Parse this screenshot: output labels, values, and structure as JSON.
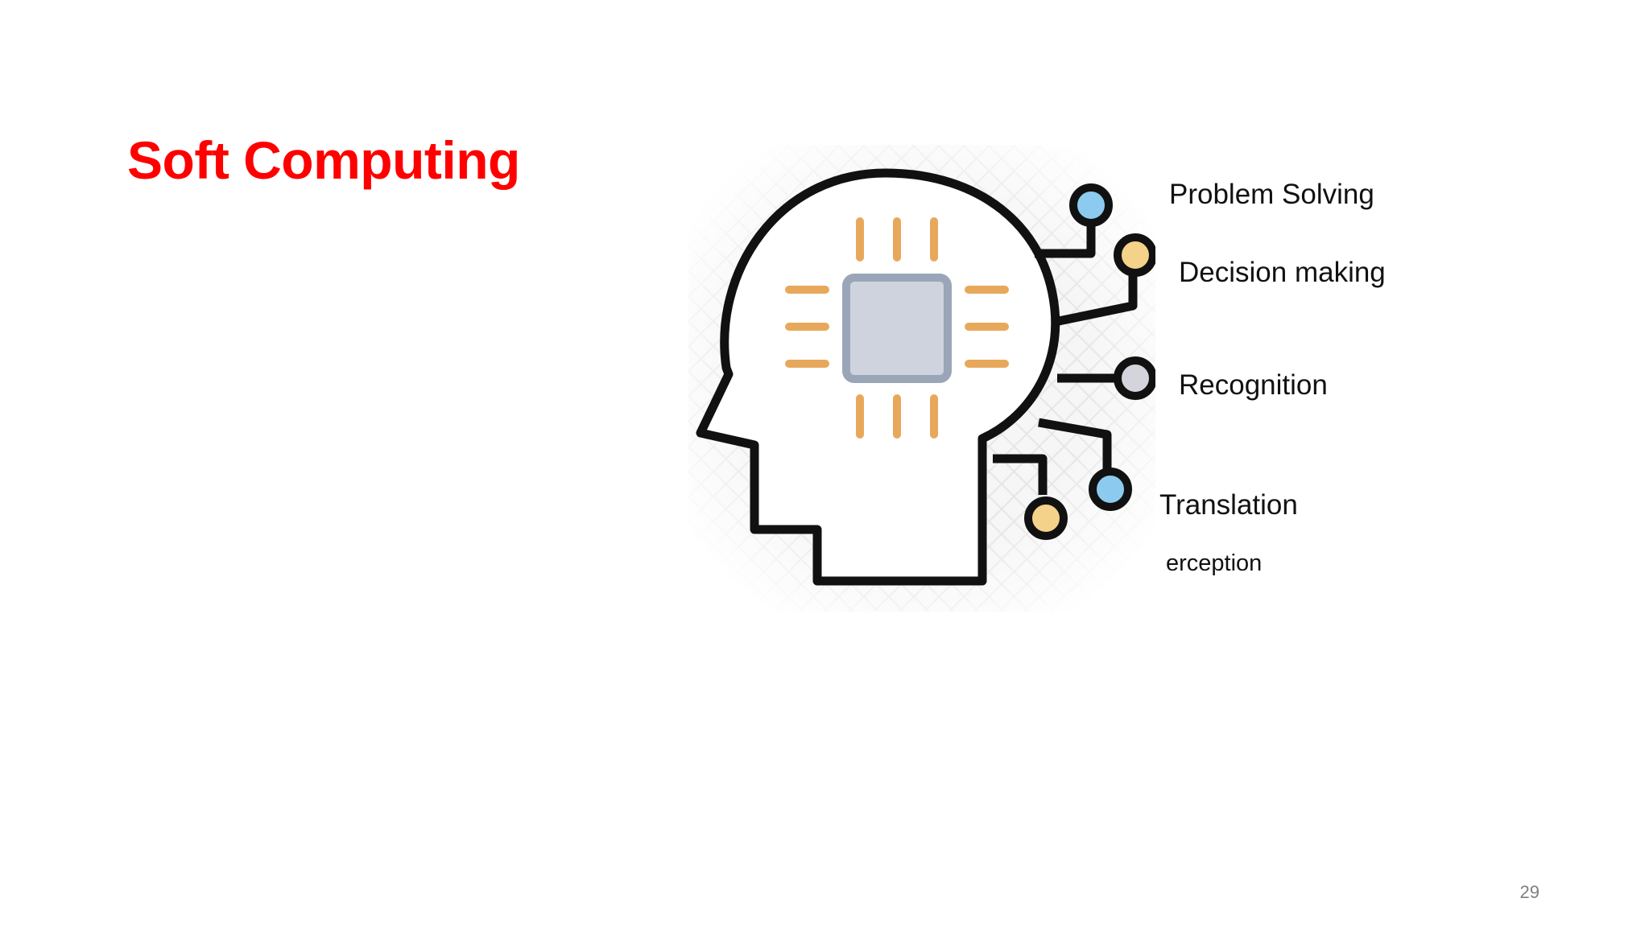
{
  "slide": {
    "title": "Soft Computing",
    "title_color": "#ff0000",
    "page_number": "29"
  },
  "diagram": {
    "labels": [
      "Problem Solving",
      "Decision making",
      "Recognition",
      "Translation",
      "erception"
    ],
    "icons": {
      "head": "head-outline-icon",
      "chip": "microchip-icon",
      "nodes": [
        "node-blue",
        "node-yellow",
        "node-gray",
        "node-blue",
        "node-yellow"
      ]
    },
    "colors": {
      "outline": "#111111",
      "chip_fill": "#cfd3de",
      "chip_border": "#9aa5b8",
      "pins": "#e8a85c",
      "node_blue": "#8ccbef",
      "node_yellow": "#f4d28a",
      "node_gray": "#d3d4dc",
      "pattern_bg": "#f1f1f1"
    }
  }
}
